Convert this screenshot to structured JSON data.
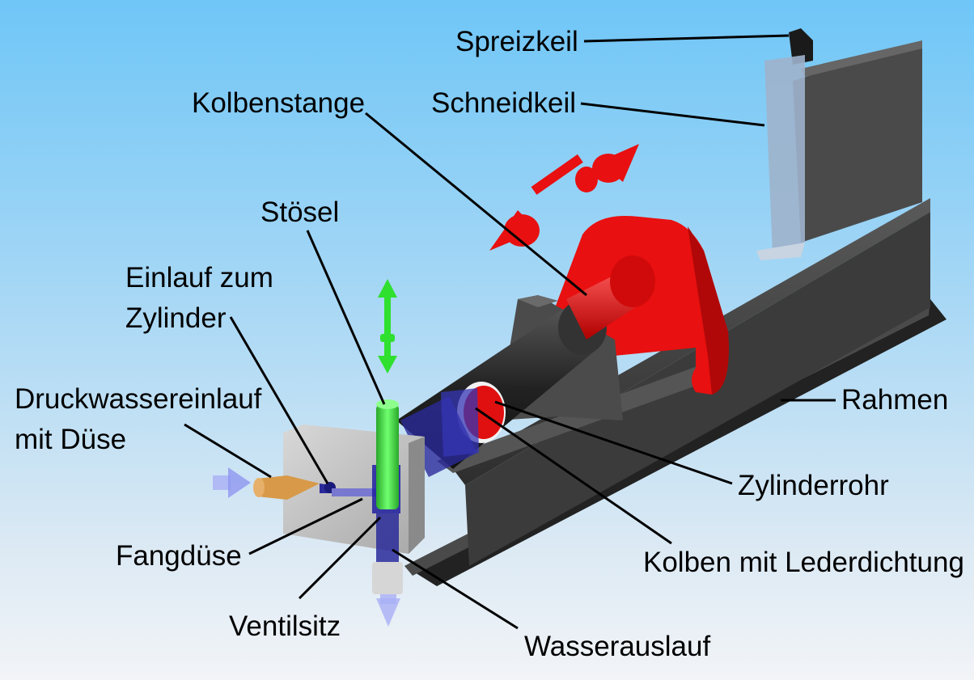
{
  "labels": {
    "spreizkeil": "Spreizkeil",
    "schneidkeil": "Schneidkeil",
    "kolbenstange": "Kolbenstange",
    "stoesel": "Stösel",
    "einlauf_line1": "Einlauf zum",
    "einlauf_line2": "Zylinder",
    "druckwasser_line1": "Druckwassereinlauf",
    "druckwasser_line2": "mit Düse",
    "fangduese": "Fangdüse",
    "ventilsitz": "Ventilsitz",
    "wasserauslauf": "Wasserauslauf",
    "kolben": "Kolben mit Lederdichtung",
    "zylinderrohr": "Zylinderrohr",
    "rahmen": "Rahmen"
  },
  "colors": {
    "frame": "#3a3a3a",
    "piston_rod": "#e01010",
    "cylinder": "#2b2b2b",
    "plunger": "#3fd63f",
    "water_channel": "#2a2a9a",
    "nozzle": "#d89a48",
    "wedge": "#9fb3cc"
  }
}
